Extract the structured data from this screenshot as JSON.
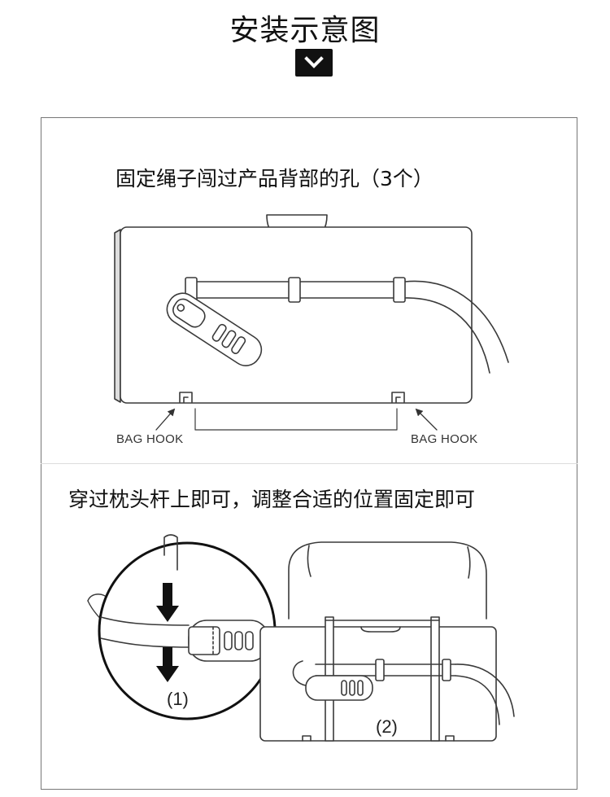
{
  "header": {
    "title": "安装示意图",
    "chevron_icon": "chevron-down-icon"
  },
  "step1": {
    "instruction": "固定绳子闯过产品背部的孔（3个）",
    "hook_label_left": "BAG HOOK",
    "hook_label_right": "BAG HOOK"
  },
  "step2": {
    "instruction": "穿过枕头杆上即可，调整合适的位置固定即可",
    "label_1": "(1)",
    "label_2": "(2)"
  },
  "colors": {
    "line": "#3a3a3a",
    "frame": "#777777",
    "chevron_bg": "#111111"
  }
}
